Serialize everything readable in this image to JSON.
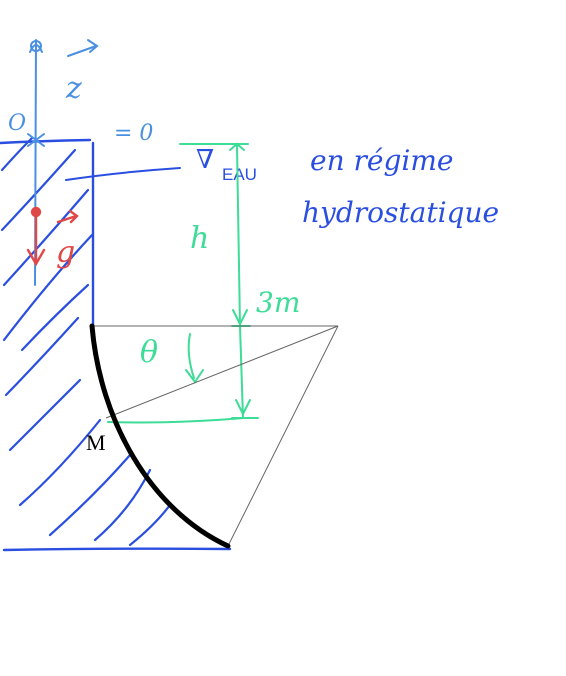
{
  "colors": {
    "blue": "#2a4fe0",
    "lightblue": "#4a90e2",
    "green": "#3ddc97",
    "red": "#e04848",
    "black": "#000000",
    "gray": "#666666"
  },
  "labels": {
    "origin": "O",
    "axis_z": "z",
    "z_equals_zero": "= 0",
    "gravity": "g",
    "water_level": "∇",
    "water": "EAU",
    "regime": "en régime",
    "hydrostatic": "hydrostatique",
    "depth": "h",
    "depth_value": "3m",
    "angle": "θ",
    "point": "M"
  }
}
